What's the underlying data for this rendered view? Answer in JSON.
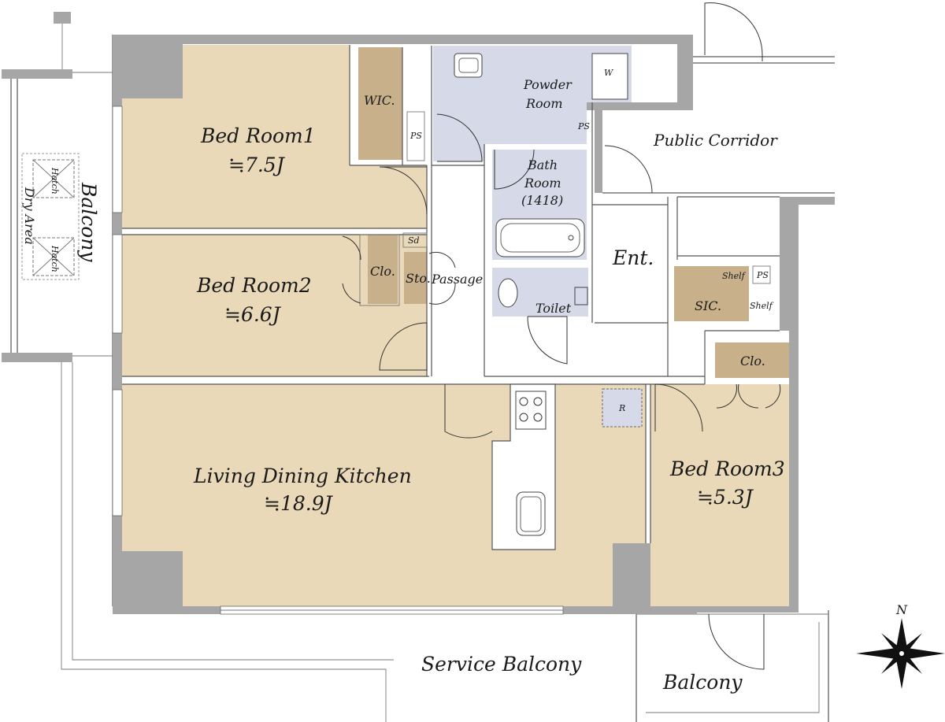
{
  "rooms": {
    "bed1_name": "Bed Room1",
    "bed1_size": "≒7.5J",
    "bed2_name": "Bed Room2",
    "bed2_size": "≒6.6J",
    "bed3_name": "Bed Room3",
    "bed3_size": "≒5.3J",
    "ldk_name": "Living Dining Kitchen",
    "ldk_size": "≒18.9J",
    "wic": "WIC.",
    "powder_line1": "Powder",
    "powder_line2": "Room",
    "bath_line1": "Bath",
    "bath_line2": "Room",
    "bath_size": "(1418)",
    "toilet": "Toilet",
    "entrance": "Ent.",
    "sic": "SIC.",
    "clo_left": "Clo.",
    "clo_right": "Clo.",
    "sto": "Sto.",
    "passage": "Passage",
    "ps1": "PS",
    "ps2": "PS",
    "ps3": "PS",
    "sd": "Sd",
    "shelf1": "Shelf",
    "shelf2": "Shelf",
    "washer": "W",
    "fridge": "R"
  },
  "outside": {
    "balcony_west": "Balcony",
    "dry_area": "Dry Area",
    "hatch1": "Hatch",
    "hatch2": "Hatch",
    "public_corridor": "Public Corridor",
    "service_balcony": "Service Balcony",
    "balcony_south": "Balcony"
  },
  "compass": {
    "north": "N"
  }
}
